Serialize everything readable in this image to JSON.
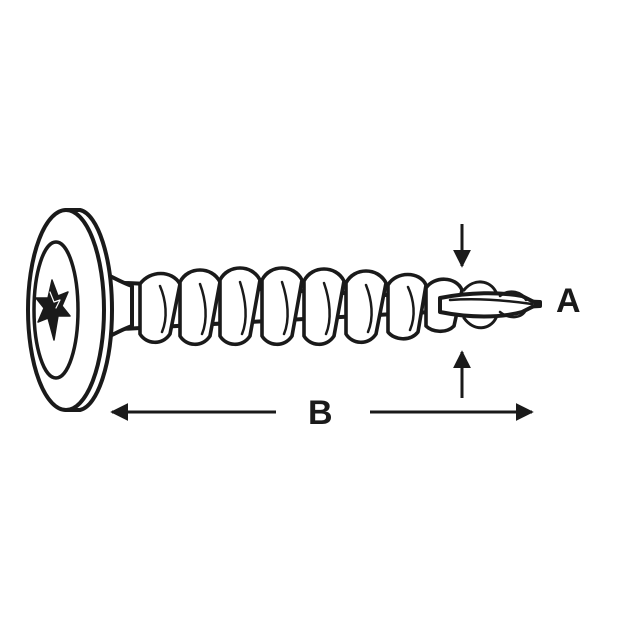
{
  "diagram": {
    "labels": {
      "diameter": "A",
      "length": "B"
    },
    "colors": {
      "stroke": "#1a1a1a",
      "fill": "#ffffff",
      "background": "#ffffff"
    },
    "parts": [
      "washer-head",
      "torx-drive",
      "shank",
      "thread",
      "drill-tip"
    ]
  }
}
